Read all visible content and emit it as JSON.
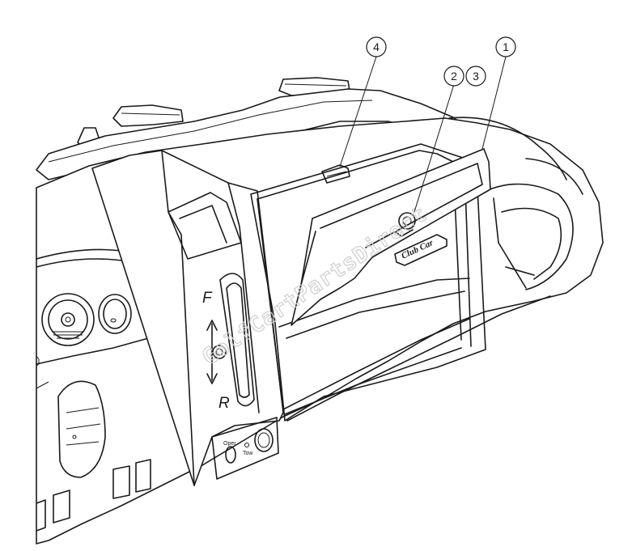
{
  "callouts": [
    {
      "id": "callout-1",
      "label": "1"
    },
    {
      "id": "callout-2",
      "label": "2"
    },
    {
      "id": "callout-3",
      "label": "3"
    },
    {
      "id": "callout-4",
      "label": "4"
    }
  ],
  "selector": {
    "forward_label": "F",
    "reverse_label": "R"
  },
  "switch_panel": {
    "switch_label": "Oper",
    "sub_label": "Tow"
  },
  "glovebox": {
    "logo_text": "Club Car"
  },
  "watermark": "GolfCartPartsDirect",
  "icons": [
    "direction-arrow-icon",
    "ignition-key-icon",
    "latch-icon"
  ],
  "colors": {
    "line": "#1a1a1a",
    "background": "#ffffff",
    "watermark": "#cfcfcf"
  }
}
